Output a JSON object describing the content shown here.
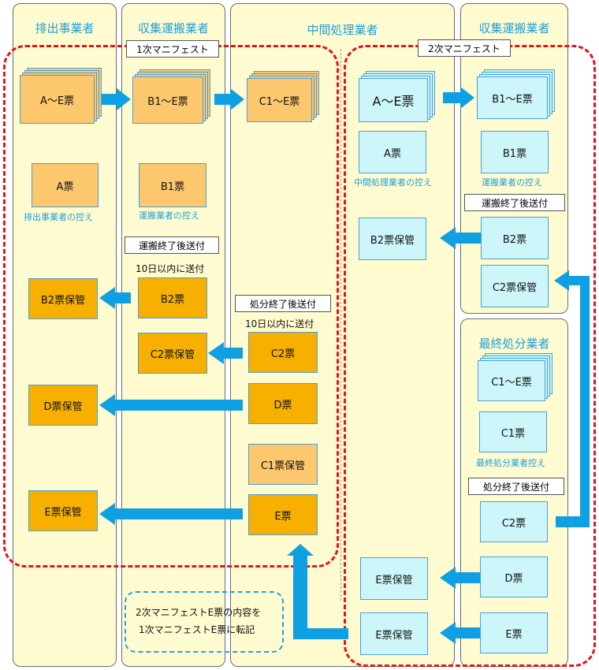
{
  "lanes": {
    "emitter": "排出事業者",
    "collector1": "収集運搬業者",
    "intermediate": "中間処理業者",
    "collector2": "収集運搬業者",
    "final": "最終処分業者"
  },
  "labels": {
    "manifest1": "1次マニフェスト",
    "manifest2": "2次マニフェスト",
    "after_transport1": "運搬終了後送付",
    "after_transport2": "運搬終了後送付",
    "within10_1": "10日以内に送付",
    "after_disposal1": "処分終了後送付",
    "within10_2": "10日以内に送付",
    "after_disposal2": "処分終了後送付"
  },
  "boxes": {
    "ae1": "A～E票",
    "b1e1": "B1～E票",
    "c1e1": "C1～E票",
    "a_copy": "A票",
    "b1_copy": "B1票",
    "b2_keep1": "B2票保管",
    "b2_1": "B2票",
    "c2_keep1": "C2票保管",
    "c2_1": "C2票",
    "d_keep1": "D票保管",
    "d_1": "D票",
    "c1_keep1": "C1票保管",
    "e_keep1": "E票保管",
    "e_1": "E票",
    "ae2": "A～E票",
    "b1e2": "B1～E票",
    "a2": "A票",
    "b1_2": "B1票",
    "b2_keep2": "B2票保管",
    "b2_2": "B2票",
    "c2_keep2": "C2票保管",
    "c1e2": "C1～E票",
    "c1_2": "C1票",
    "c2_2": "C2票",
    "e_keep2a": "E票保管",
    "d_2": "D票",
    "e_keep2b": "E票保管",
    "e_2": "E票"
  },
  "captions": {
    "emitter_copy": "排出事業者の控え",
    "carrier_copy1": "運搬業者の控え",
    "intermediate_copy": "中間処理業者の控え",
    "carrier_copy2": "運搬業者の控え",
    "final_copy": "最終処分業者控え"
  },
  "transfer_note": {
    "line1": "2次マニフェストE票の内容を",
    "line2": "1次マニフェストE票に転記"
  },
  "colors": {
    "lane_fill": "#fffbd0",
    "orange_light": "#fdc76d",
    "orange_dark": "#f7b000",
    "cyan": "#cdf6fa",
    "arrow": "#0fa0e4",
    "dashed_red": "#e1151a",
    "dashed_blue": "#1fa3e2",
    "title_blue": "#1f9fd8"
  }
}
